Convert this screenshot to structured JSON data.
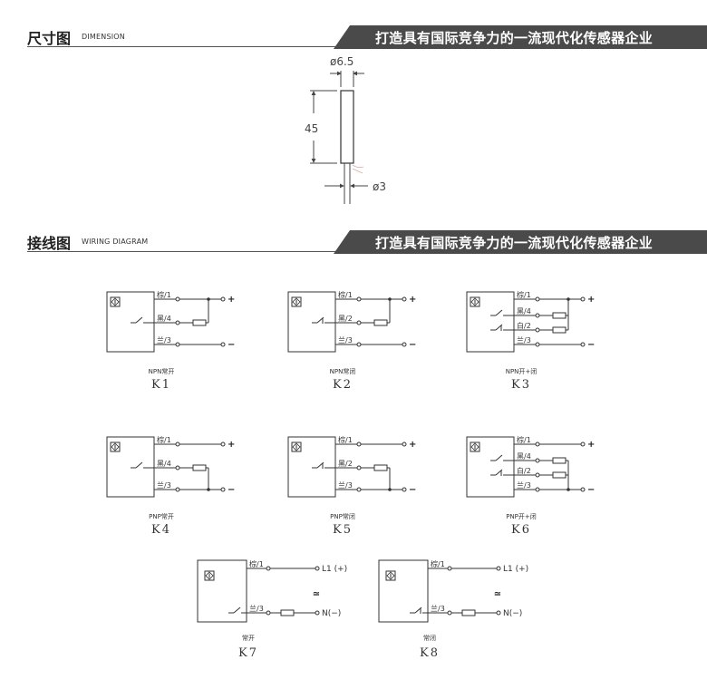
{
  "dimension_section": {
    "title": "尺寸图",
    "title_en": "DIMENSION",
    "slogan": "打造具有国际竞争力的一流现代化传感器企业",
    "diameter_body": "ø6.5",
    "length": "45",
    "diameter_cable": "ø3"
  },
  "wiring_section": {
    "title": "接线图",
    "title_en": "WIRING DIAGRAM",
    "slogan": "打造具有国际竞争力的一流现代化传感器企业"
  },
  "diagrams": [
    {
      "caption": "NPN常开",
      "code": "K1",
      "wires": [
        "棕/1",
        "黑/4",
        "兰/3"
      ]
    },
    {
      "caption": "NPN常闭",
      "code": "K2",
      "wires": [
        "棕/1",
        "黑/2",
        "兰/3"
      ]
    },
    {
      "caption": "NPN开+闭",
      "code": "K3",
      "wires": [
        "棕/1",
        "黑/4",
        "白/2",
        "兰/3"
      ]
    },
    {
      "caption": "PNP常开",
      "code": "K4",
      "wires": [
        "棕/1",
        "黑/4",
        "兰/3"
      ]
    },
    {
      "caption": "PNP常闭",
      "code": "K5",
      "wires": [
        "棕/1",
        "黑/2",
        "兰/3"
      ]
    },
    {
      "caption": "PNP开+闭",
      "code": "K6",
      "wires": [
        "棕/1",
        "黑/4",
        "白/2",
        "兰/3"
      ]
    },
    {
      "caption": "常开",
      "code": "K7",
      "wires": [
        "棕/1",
        "兰/3"
      ],
      "terminals": [
        "L1 (+)",
        "N(−)"
      ],
      "ac_symbol": "≃"
    },
    {
      "caption": "常闭",
      "code": "K8",
      "wires": [
        "棕/1",
        "兰/3"
      ],
      "terminals": [
        "L1 (+)",
        "N(−)"
      ],
      "ac_symbol": "≃"
    }
  ],
  "dc_terminals": {
    "plus": "+",
    "minus": "−"
  }
}
